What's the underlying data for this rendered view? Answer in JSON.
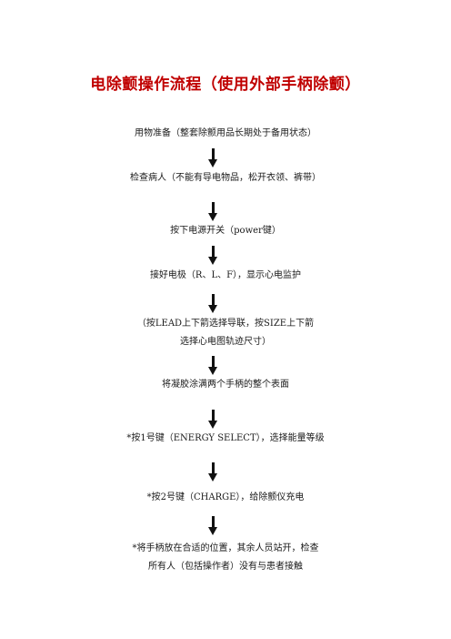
{
  "document": {
    "title": "电除颤操作流程（使用外部手柄除颤）",
    "steps": [
      "用物准备（整套除颤用品长期处于备用状态）",
      "检查病人（不能有导电物品，松开衣领、裤带）",
      "按下电源开关（power键）",
      "接好电极（R、L、F），显示心电监护",
      "（按LEAD上下箭选择导联，按SIZE上下箭",
      "选择心电图轨迹尺寸）",
      "将凝胶涂满两个手柄的整个表面",
      "*按1号键（ENERGY SELECT），选择能量等级",
      "*按2号键（CHARGE），给除颤仪充电",
      "*将手柄放在合适的位置，其余人员站开，检查",
      "所有人（包括操作者）没有与患者接触"
    ],
    "arrow_color": "#111111",
    "title_color": "#c00000"
  }
}
